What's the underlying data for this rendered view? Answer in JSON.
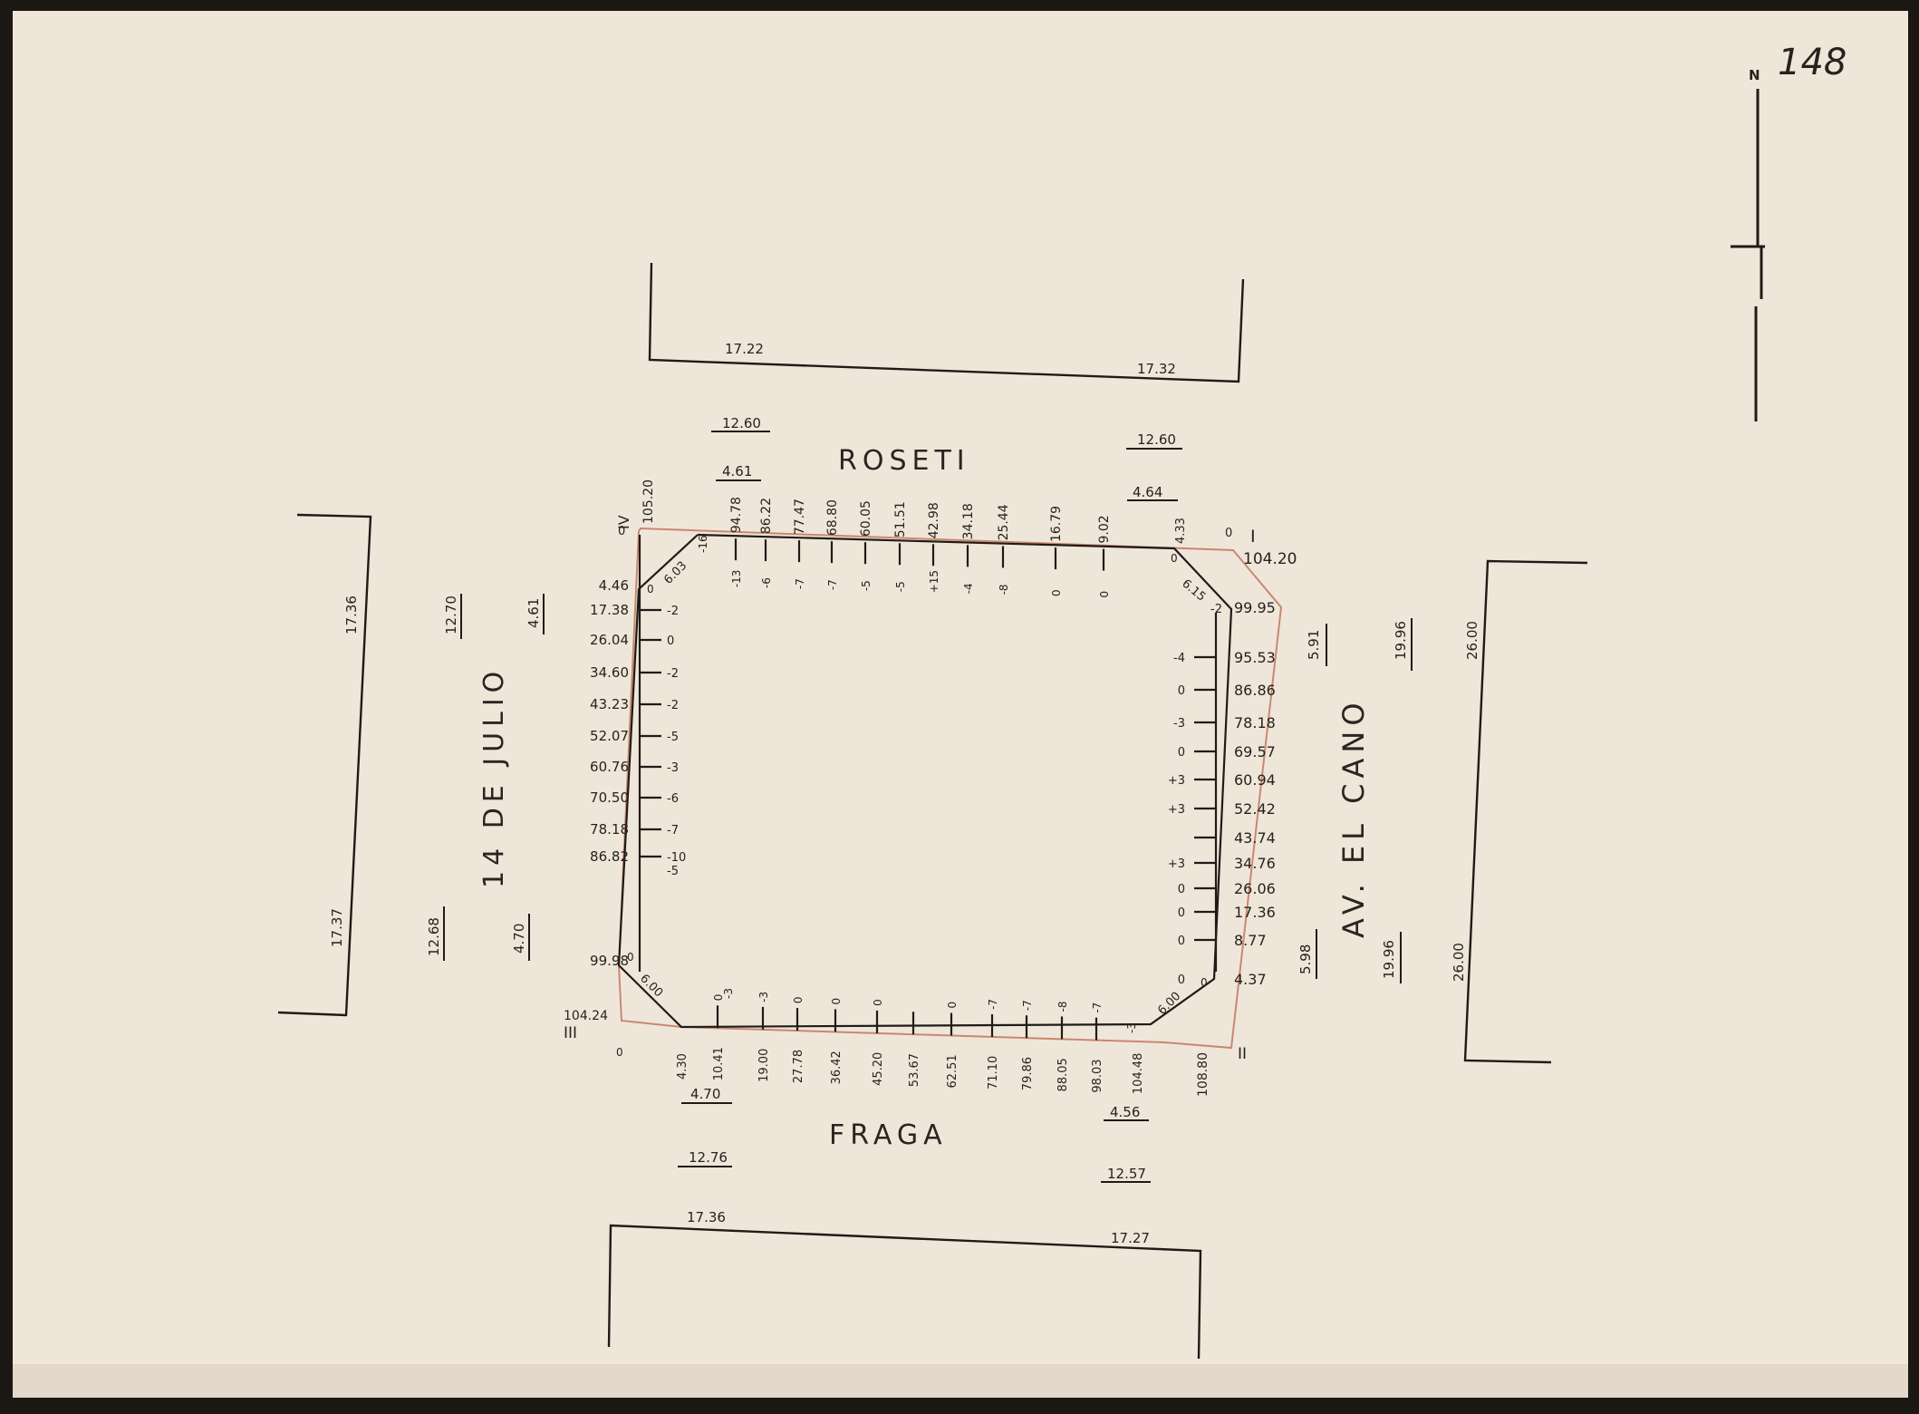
{
  "page_number": "148",
  "north_label": "N",
  "streets": {
    "north": "ROSETI",
    "south": "FRAGA",
    "west": "14 DE JULIO",
    "east": "AV. EL CANO"
  },
  "vertices": {
    "i": "I",
    "ii": "II",
    "iii": "III",
    "iv": "IV"
  },
  "block_north": {
    "left": "17.22",
    "right": "17.32"
  },
  "block_south": {
    "left": "17.36",
    "right": "17.27"
  },
  "block_west": {
    "top": "17.36",
    "bottom": "17.37"
  },
  "block_east": {
    "top": "26.00",
    "bottom": "26.00"
  },
  "widths": {
    "north_left_outer": "12.60",
    "north_left_inner": "4.61",
    "north_right_outer": "12.60",
    "north_right_inner": "4.64",
    "south_left_inner": "4.70",
    "south_left_outer": "12.76",
    "south_right_inner": "4.56",
    "south_right_outer": "12.57",
    "west_top_outer": "12.70",
    "west_top_inner": "4.61",
    "west_bottom_outer": "12.68",
    "west_bottom_inner": "4.70",
    "east_top_inner": "5.91",
    "east_top_outer": "19.96",
    "east_bottom_inner": "5.98",
    "east_bottom_outer": "19.96"
  },
  "corners": {
    "nw_zero": "0",
    "nw_dist": "105.20",
    "nw_chamfer": "6.03",
    "nw_offset": "-16",
    "nw_inner": "0",
    "ne_zero": "0",
    "ne_dist": "104.20",
    "ne_chamfer": "6.15",
    "ne_offset": "-2",
    "ne_small": "4.33",
    "ne_inner": "0",
    "sw_dist": "104.24",
    "sw_chamfer": "6.00",
    "sw_zero": "0",
    "sw_inner": "0",
    "se_dist": "108.80",
    "se_chamfer": "6.00",
    "se_offset": "-3",
    "se_inner": "0"
  },
  "north_side": [
    {
      "d": "94.78",
      "o": "-13"
    },
    {
      "d": "86.22",
      "o": "-6"
    },
    {
      "d": "77.47",
      "o": "-7"
    },
    {
      "d": "68.80",
      "o": "-7"
    },
    {
      "d": "60.05",
      "o": "-5"
    },
    {
      "d": "51.51",
      "o": "-5"
    },
    {
      "d": "42.98",
      "o": "+15"
    },
    {
      "d": "34.18",
      "o": "-4"
    },
    {
      "d": "25.44",
      "o": "-8"
    },
    {
      "d": "16.79",
      "o": "0"
    },
    {
      "d": "9.02",
      "o": "0"
    }
  ],
  "west_side": [
    {
      "d": "4.46",
      "o": ""
    },
    {
      "d": "17.38",
      "o": "-2"
    },
    {
      "d": "26.04",
      "o": "0"
    },
    {
      "d": "34.60",
      "o": "-2"
    },
    {
      "d": "43.23",
      "o": "-2"
    },
    {
      "d": "52.07",
      "o": "-5"
    },
    {
      "d": "60.76",
      "o": "-3"
    },
    {
      "d": "70.50",
      "o": "-6"
    },
    {
      "d": "78.18",
      "o": "-7"
    },
    {
      "d": "86.82",
      "o": "-10"
    },
    {
      "d": "",
      "o": "-5"
    },
    {
      "d": "99.98",
      "o": ""
    }
  ],
  "east_side": [
    {
      "d": "99.95",
      "o": ""
    },
    {
      "d": "95.53",
      "o": "-4"
    },
    {
      "d": "86.86",
      "o": "0"
    },
    {
      "d": "78.18",
      "o": "-3"
    },
    {
      "d": "69.57",
      "o": "0"
    },
    {
      "d": "60.94",
      "o": "+3"
    },
    {
      "d": "52.42",
      "o": "+3"
    },
    {
      "d": "43.74",
      "o": ""
    },
    {
      "d": "34.76",
      "o": "+3"
    },
    {
      "d": "26.06",
      "o": "0"
    },
    {
      "d": "17.36",
      "o": "0"
    },
    {
      "d": "8.77",
      "o": "0"
    },
    {
      "d": "4.37",
      "o": "0"
    }
  ],
  "south_side": [
    {
      "d": "4.30",
      "o": ""
    },
    {
      "d": "10.41",
      "o": "0"
    },
    {
      "d": "19.00",
      "o": "-3"
    },
    {
      "d": "27.78",
      "o": "0"
    },
    {
      "d": "36.42",
      "o": "0"
    },
    {
      "d": "45.20",
      "o": "0"
    },
    {
      "d": "53.67",
      "o": ""
    },
    {
      "d": "62.51",
      "o": "0"
    },
    {
      "d": "71.10",
      "o": "-7"
    },
    {
      "d": "79.86",
      "o": "-7"
    },
    {
      "d": "88.05",
      "o": "-8"
    },
    {
      "d": "98.03",
      "o": "-7"
    },
    {
      "d": "104.48",
      "o": ""
    }
  ],
  "south_extra": {
    "tick2_offset": "-3"
  },
  "colors": {
    "paper": "#efe6da",
    "ink": "#26221d",
    "boundary": "#c98870"
  }
}
